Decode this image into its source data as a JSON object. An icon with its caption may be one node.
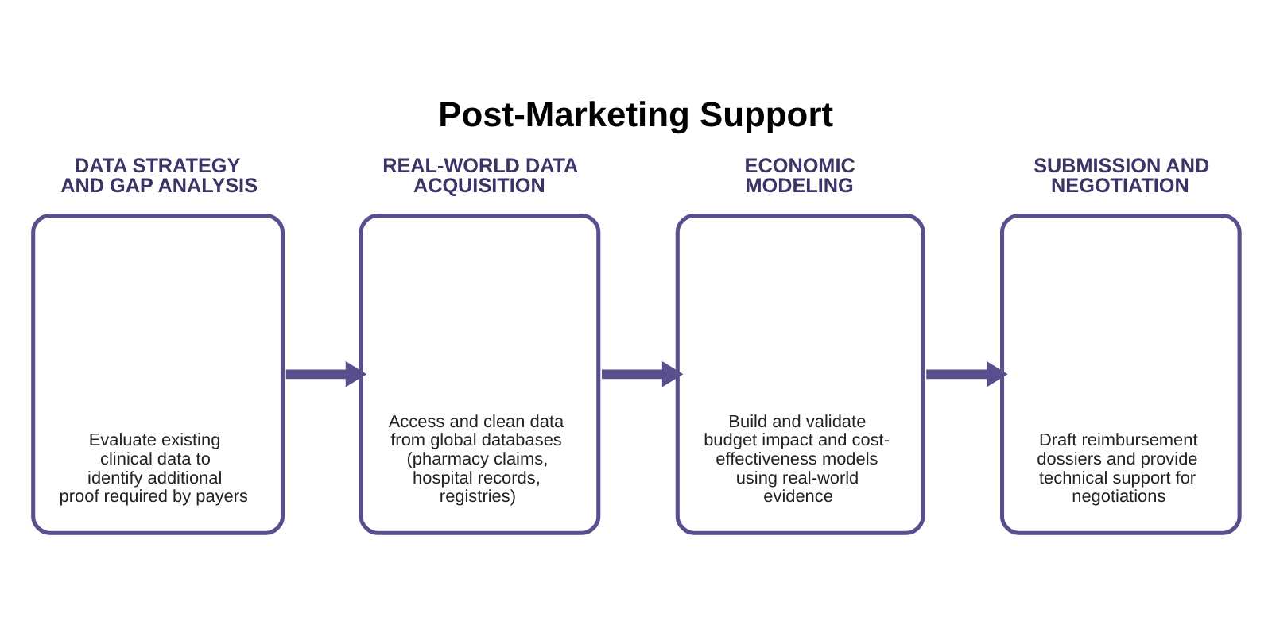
{
  "diagram": {
    "title": "Post-Marketing Support",
    "nodes": [
      {
        "text": [
          "DATA STRATEGY AND GAP ANALYSIS",
          "Evaluate existing clinical data to identify additional proof required by payers"
        ]
      },
      {
        "text": [
          "REAL-WORLD DATA ACQUISITION",
          "Access and clean data from global databases (pharmacy claims, hospital records, registries)"
        ]
      },
      {
        "text": [
          "ECONOMIC MODELING",
          "Build and validate budget impact and cost-effectiveness models using real-world evidence"
        ]
      },
      {
        "text": [
          "SUBMISSION AND NEGOTIATION",
          "Draft reimbursement dossiers and provide technical support for negotiations"
        ]
      }
    ],
    "edges": [
      {
        "from": 0,
        "to": 1,
        "arrow": "to"
      },
      {
        "from": 1,
        "to": 2,
        "arrow": "to"
      },
      {
        "from": 2,
        "to": 3,
        "arrow": "to"
      }
    ]
  }
}
